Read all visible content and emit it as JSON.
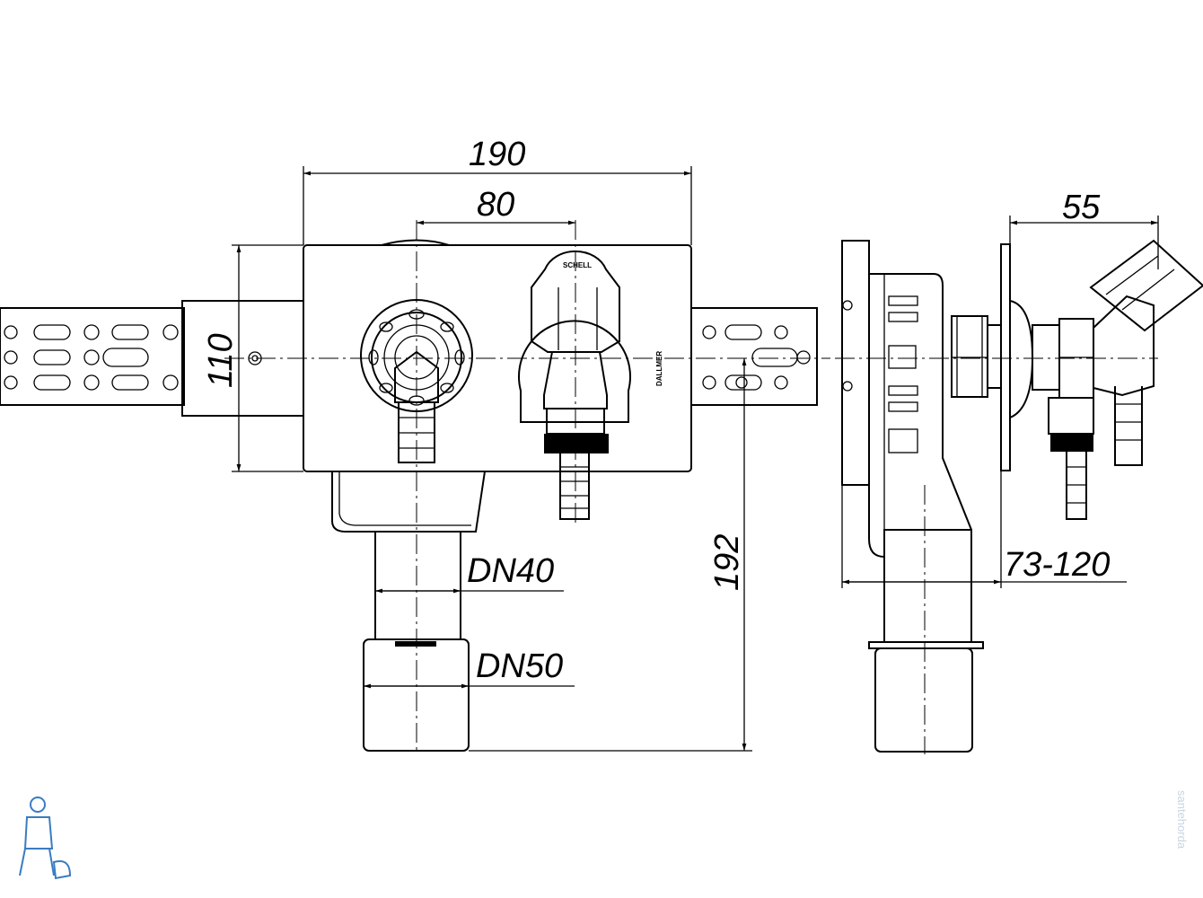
{
  "dimensions": {
    "width_total": "190",
    "spacing": "80",
    "height_box": "110",
    "depth": "55",
    "drop": "192",
    "pipe_inner": "DN40",
    "pipe_outer": "DN50",
    "wall_range": "73-120"
  },
  "labels": {
    "valve_brand": "SCHELL",
    "box_brand": "DALLMER"
  },
  "watermark": "santehorda",
  "colors": {
    "line": "#000000",
    "watermark": "#c8d6e4",
    "logo": "#3a7cc0"
  }
}
